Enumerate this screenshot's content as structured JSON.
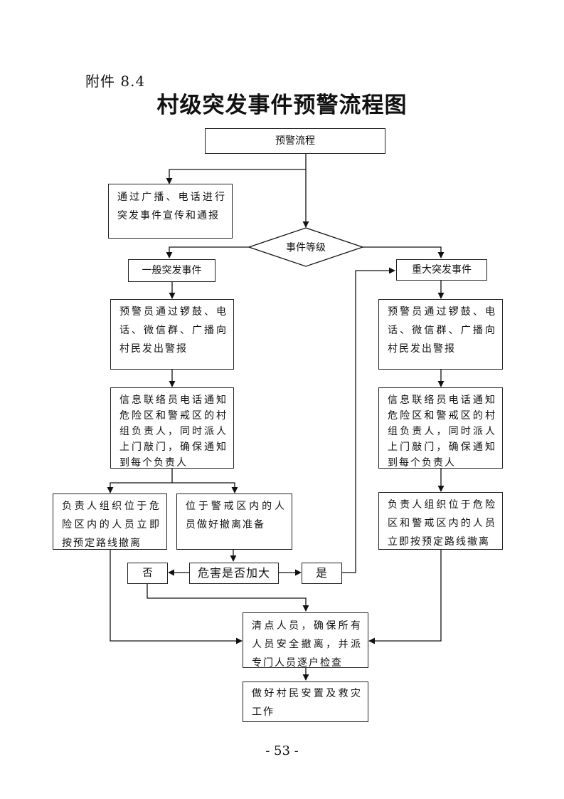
{
  "annex": "附件 8.4",
  "title": "村级突发事件预警流程图",
  "nodes": {
    "start": "预警流程",
    "broadcast": "通过广播、电话进行突发事件宣传和通报",
    "level": "事件等级",
    "general": "一般突发事件",
    "major": "重大突发事件",
    "warn_left": "预警员通过锣鼓、电话、微信群、广播向村民发出警报",
    "warn_right": "预警员通过锣鼓、电话、微信群、广播向村民发出警报",
    "notify_left": "信息联络员电话通知危险区和警戒区的村组负责人，同时派人上门敲门，确保通知到每个负责人",
    "notify_right": "信息联络员电话通知危险区和警戒区的村组负责人，同时派人上门敲门，确保通知到每个负责人",
    "evacuate_left": "负责人组织位于危险区内的人员立即按预定路线撤离",
    "prepare": "位于警戒区内的人员做好撤离准备",
    "evacuate_right": "负责人组织位于危险区和警戒区内的人员立即按预定路线撤离",
    "hazard": "危害是否加大",
    "no": "否",
    "yes": "是",
    "count": "清点人员，确保所有人员安全撤离，并派专门人员逐户检查",
    "resettle": "做好村民安置及救灾工作"
  },
  "page_number": "- 53 -"
}
